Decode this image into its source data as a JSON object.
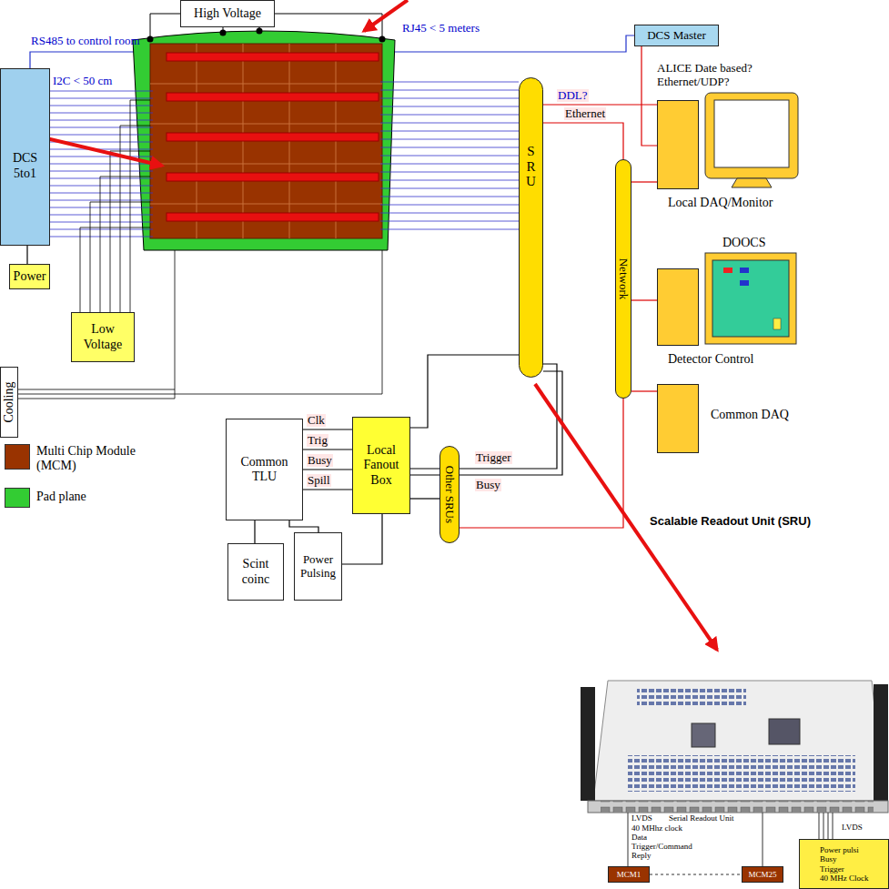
{
  "diagram": {
    "nodes": [
      {
        "text": [
          "High Voltage"
        ]
      },
      {
        "text": [
          "DCS Master"
        ]
      },
      {
        "text": [
          "DCS 5to1"
        ]
      },
      {
        "text": [
          "Power"
        ]
      },
      {
        "text": [
          "Low Voltage"
        ]
      },
      {
        "text": [
          "Cooling"
        ]
      },
      {
        "text": [
          "Scalable Readout Unit (SRU)"
        ]
      },
      {
        "text": [
          "S R U"
        ],
        "in": 6
      },
      {
        "text": [
          "Network"
        ],
        "in": 6
      },
      {
        "text": [
          "Local DAQ/Monitor"
        ],
        "in": 6
      },
      {
        "text": [
          "DOOCS",
          "Detector Control"
        ],
        "in": 6
      },
      {
        "text": [
          "Common DAQ"
        ],
        "in": 6
      },
      {
        "text": [
          "Common TLU"
        ],
        "in": 6
      },
      {
        "text": [
          "Local Fanout Box"
        ],
        "in": 6
      },
      {
        "text": [
          "Scint coinc"
        ],
        "in": 6
      },
      {
        "text": [
          "Power Pulsing"
        ],
        "in": 6
      },
      {
        "text": [
          "Other SRUs"
        ],
        "in": 6
      },
      {
        "text": [
          "MCM1"
        ]
      },
      {
        "text": [
          "MCM25"
        ]
      },
      {
        "text": [
          "Power pulsi",
          "Busy",
          "Trigger",
          "40 MHz Clock"
        ]
      }
    ],
    "edges": [
      {
        "from": 2,
        "to": 1,
        "arrow": "none"
      },
      {
        "from": 2,
        "to": 3,
        "arrow": "none"
      },
      {
        "from": 1,
        "to": 9,
        "arrow": "none"
      },
      {
        "from": 7,
        "to": 9,
        "label": "DDL?",
        "arrow": "none"
      },
      {
        "from": 7,
        "to": 8,
        "label": "Ethernet",
        "arrow": "none"
      },
      {
        "from": 8,
        "to": 9,
        "arrow": "none"
      },
      {
        "from": 8,
        "to": 10,
        "arrow": "none"
      },
      {
        "from": 8,
        "to": 11,
        "arrow": "none"
      },
      {
        "from": 16,
        "to": 8,
        "arrow": "none"
      },
      {
        "from": 13,
        "to": 7,
        "label": "Trigger",
        "arrow": "none"
      },
      {
        "from": 13,
        "to": 7,
        "label": "Busy",
        "arrow": "none"
      },
      {
        "from": 13,
        "to": 7,
        "arrow": "none"
      },
      {
        "from": 13,
        "to": 16,
        "arrow": "none"
      },
      {
        "from": 12,
        "to": 13,
        "label": "Clk",
        "arrow": "none"
      },
      {
        "from": 12,
        "to": 13,
        "label": "Trig",
        "arrow": "none"
      },
      {
        "from": 12,
        "to": 13,
        "label": "Busy",
        "arrow": "none"
      },
      {
        "from": 12,
        "to": 13,
        "label": "Spill",
        "arrow": "none"
      },
      {
        "from": 12,
        "to": 14,
        "arrow": "none"
      },
      {
        "from": 12,
        "to": 15,
        "arrow": "none"
      },
      {
        "from": 15,
        "to": 13,
        "arrow": "none"
      }
    ],
    "labels": [
      "RS485 to control room",
      "I2C < 50 cm",
      "RJ45 < 5 meters",
      "ALICE Date based?",
      "Ethernet/UDP?",
      "LVDS",
      "Serial Readout Unit",
      "40 MHhz clock",
      "Data",
      "Trigger/Command",
      "Reply",
      "LVDS"
    ],
    "legend": [
      {
        "text": "Multi Chip Module (MCM)",
        "color": "#993300"
      },
      {
        "text": "Pad plane",
        "color": "#33cc33"
      }
    ]
  }
}
